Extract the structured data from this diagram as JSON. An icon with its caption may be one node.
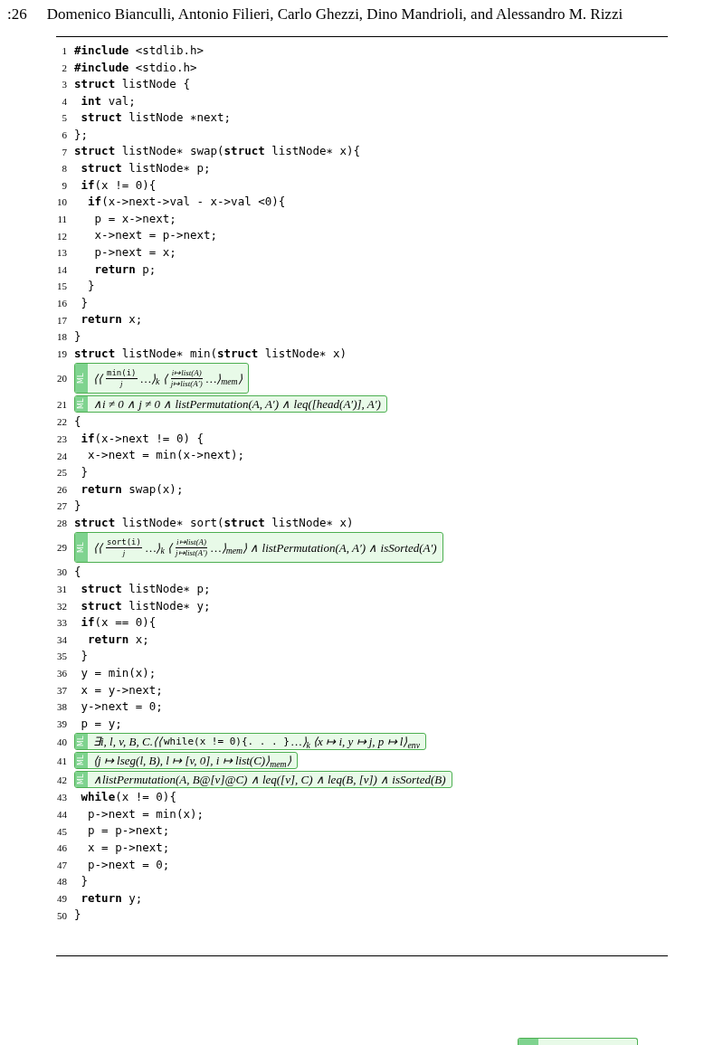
{
  "diagram": {
    "nodes": [
      {
        "text": [
          "ML",
          "⟨⟨",
          "min(i)",
          "j",
          "…⟩$_{k}$ ⟨",
          "i↦list(A)",
          "j↦list(A′)",
          "…⟩$_{mem}$⟩"
        ]
      },
      {
        "text": [
          "ML",
          "∧i ≠ 0 ∧ j ≠ 0 ∧ listPermutation(A, A′) ∧ leq([head(A′)], A′)"
        ]
      },
      {
        "text": [
          "ML",
          "⟨⟨",
          "sort(i)",
          "j",
          "…⟩$_{k}$ ⟨",
          "i↦list(A)",
          "j↦list(A′)",
          "…⟩$_{mem}$⟩ ∧ listPermutation(A, A′) ∧ isSorted(A′)"
        ]
      },
      {
        "text": [
          "ML",
          "∃i, l, v, B, C.⟨⟨",
          "while(x != 0){. . . }",
          "…⟩$_{k}$ ⟨x ↦ i, y ↦ j, p ↦ l⟩$_{env}$"
        ]
      },
      {
        "text": [
          "ML",
          "⟨j ↦ lseg(l, B), l ↦ [v, 0], i ↦ list(C)⟩$_{mem}$⟩"
        ]
      },
      {
        "text": [
          "ML",
          "∧listPermutation(A, B@[v]@C) ∧ leq([v], C) ∧ leq(B, [v]) ∧ isSorted(B)"
        ]
      },
      {
        "text": [],
        "shape": "box"
      }
    ],
    "labels": [
      ":26",
      "Domenico Bianculli, Antonio Filieri, Carlo Ghezzi, Dino Mandrioli, and Alessandro M. Rizzi",
      "1",
      "**#include** <stdlib.h>",
      "2",
      "**#include** <stdio.h>",
      "3",
      "**struct** listNode {",
      "4",
      " **int** val;",
      "5",
      " **struct** listNode ∗next;",
      "6",
      "};",
      "7",
      "**struct** listNode∗ swap(**struct** listNode∗ x){",
      "8",
      " **struct** listNode∗ p;",
      "9",
      " **if**(x != 0){",
      "10",
      "  **if**(x->next->val - x->val <0){",
      "11",
      "   p = x->next;",
      "12",
      "   x->next = p->next;",
      "13",
      "   p->next = x;",
      "14",
      "   **return** p;",
      "15",
      "  }",
      "16",
      " }",
      "17",
      " **return** x;",
      "18",
      "}",
      "19",
      "**struct** listNode∗ min(**struct** listNode∗ x)",
      "20",
      "21",
      "22",
      "{",
      "23",
      " **if**(x->next != 0) {",
      "24",
      "  x->next = min(x->next);",
      "25",
      " }",
      "26",
      " **return** swap(x);",
      "27",
      "}",
      "28",
      "**struct** listNode∗ sort(**struct** listNode∗ x)",
      "29",
      "30",
      "{",
      "31",
      " **struct** listNode∗ p;",
      "32",
      " **struct** listNode∗ y;",
      "33",
      " **if**(x == 0){",
      "34",
      "  **return** x;",
      "35",
      " }",
      "36",
      " y = min(x);",
      "37",
      " x = y->next;",
      "38",
      " y->next = 0;",
      "39",
      " p = y;",
      "40",
      "41",
      "42",
      "43",
      " **while**(x != 0){",
      "44",
      "  p->next = min(x);",
      "45",
      "  p = p->next;",
      "46",
      "  x = p->next;",
      "47",
      "  p->next = 0;",
      "48",
      " }",
      "49",
      " **return** y;",
      "50",
      "}"
    ]
  }
}
